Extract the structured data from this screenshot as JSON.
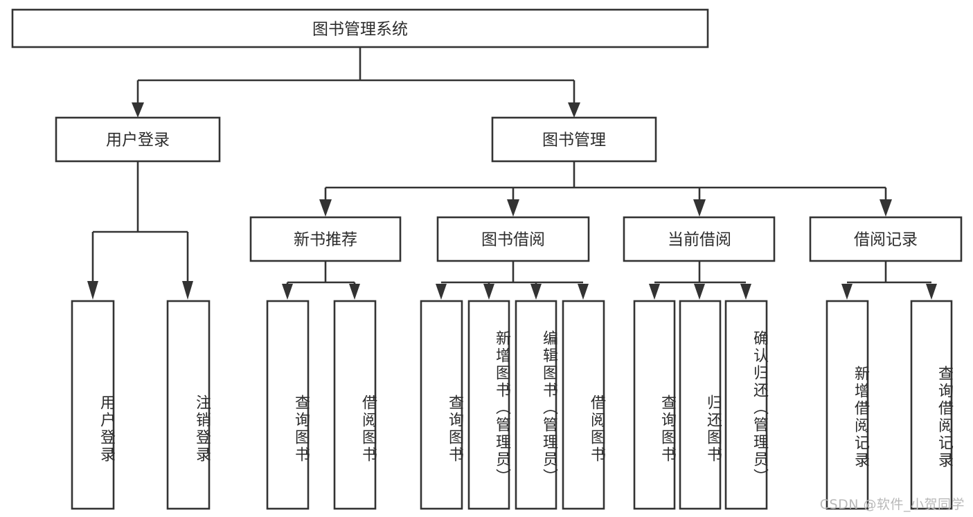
{
  "diagram": {
    "title": "图书管理系统",
    "type": "tree-hierarchy-diagram",
    "colors": {
      "stroke": "#333333",
      "fill": "#ffffff",
      "text": "#2b2b2b",
      "watermark": "#b9b9b9"
    },
    "root": {
      "label": "图书管理系统"
    },
    "level2": [
      {
        "label": "用户登录"
      },
      {
        "label": "图书管理"
      }
    ],
    "level3": [
      {
        "label": "新书推荐"
      },
      {
        "label": "图书借阅"
      },
      {
        "label": "当前借阅"
      },
      {
        "label": "借阅记录"
      }
    ],
    "leaves": {
      "user_login": [
        {
          "label": "用户登录"
        },
        {
          "label": "注销登录"
        }
      ],
      "new_book_recommend": [
        {
          "label": "查询图书"
        },
        {
          "label": "借阅图书"
        }
      ],
      "book_borrow": [
        {
          "label": "查询图书"
        },
        {
          "label": "新增图书（管理员）"
        },
        {
          "label": "编辑图书（管理员）"
        },
        {
          "label": "借阅图书"
        }
      ],
      "current_borrow": [
        {
          "label": "查询图书"
        },
        {
          "label": "归还图书"
        },
        {
          "label": "确认归还（管理员）"
        }
      ],
      "borrow_record": [
        {
          "label": "新增借阅记录"
        },
        {
          "label": "查询借阅记录"
        }
      ]
    },
    "watermark": "CSDN @软件_小贺同学"
  }
}
